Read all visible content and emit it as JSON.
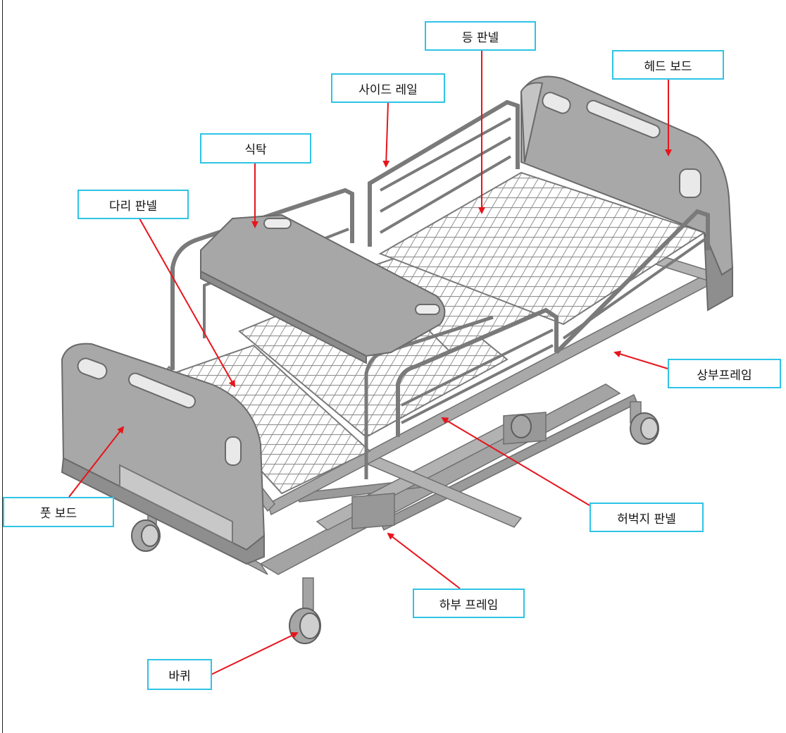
{
  "labels": {
    "back_panel": "등 판넬",
    "head_board": "헤드 보드",
    "side_rail": "사이드 레일",
    "table": "식탁",
    "leg_panel": "다리 판넬",
    "upper_frame": "상부프레임",
    "foot_board": "풋 보드",
    "thigh_panel": "허벅지 판넬",
    "lower_frame": "하부 프레임",
    "wheel": "바퀴"
  },
  "colors": {
    "label_border": "#2ec4e6",
    "arrow": "#e8141b",
    "bed_body": "#a9a9a9",
    "bed_dark": "#8a8a8a",
    "bed_light": "#c6c6c6"
  }
}
